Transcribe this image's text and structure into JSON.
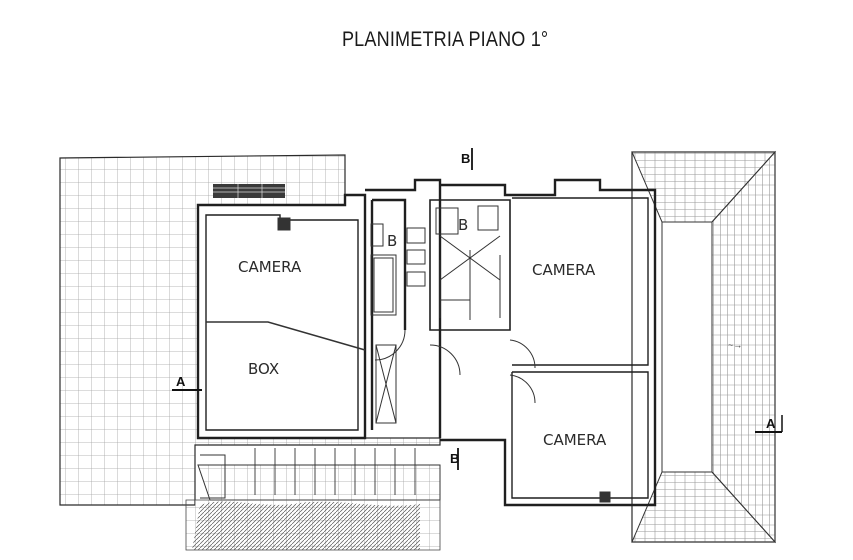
{
  "title": "PLANIMETRIA PIANO 1°",
  "rooms": [
    {
      "label": "CAMERA"
    },
    {
      "label": "BOX"
    },
    {
      "label": "CAMERA"
    },
    {
      "label": "CAMERA"
    }
  ],
  "bathrooms": [
    {
      "label": "B"
    },
    {
      "label": "B"
    }
  ],
  "section_markers": [
    {
      "label": "B"
    },
    {
      "label": "B"
    },
    {
      "label": "A"
    },
    {
      "label": "A"
    }
  ],
  "colors": {
    "ink": "#1f1f1f",
    "grid": "#9a9a9a",
    "paper": "#ffffff"
  }
}
